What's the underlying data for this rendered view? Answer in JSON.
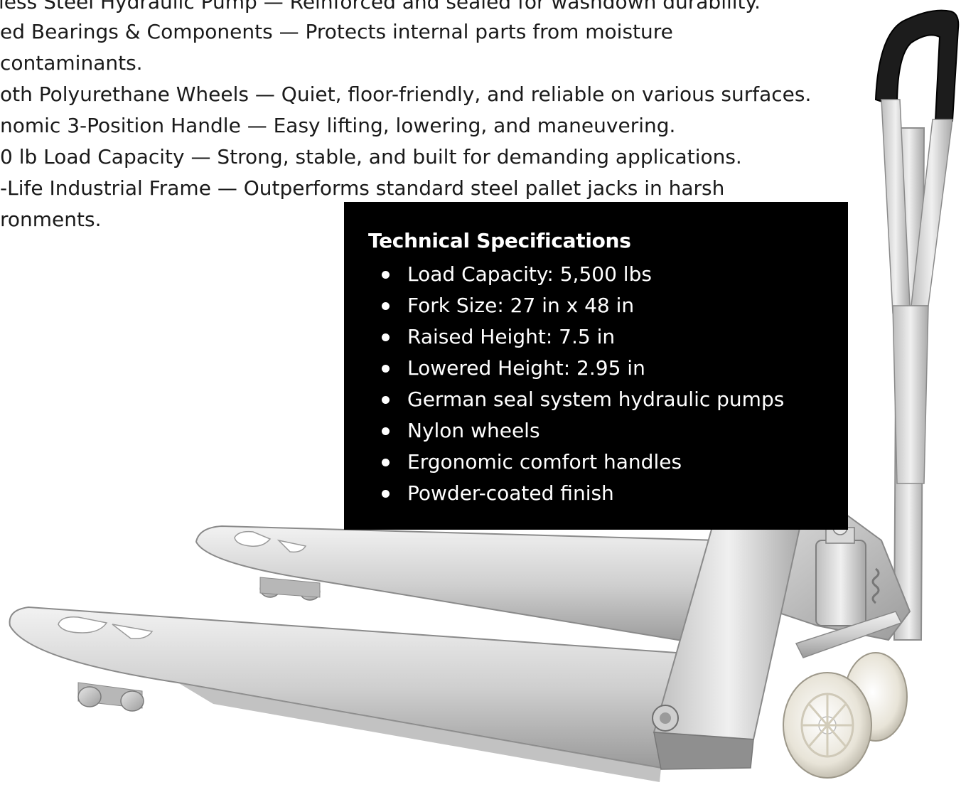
{
  "features": [
    "less Steel Hydraulic Pump — Reinforced and sealed for washdown durability.",
    "ed Bearings & Components — Protects internal parts from moisture",
    "contaminants.",
    "oth Polyurethane Wheels — Quiet, floor-friendly, and reliable on various surfaces.",
    "nomic 3-Position Handle — Easy lifting, lowering, and maneuvering.",
    "0 lb Load Capacity — Strong, stable, and built for demanding applications.",
    "-Life Industrial Frame — Outperforms standard steel pallet jacks in harsh",
    "ronments."
  ],
  "specs": {
    "title": "Technical Specifications",
    "items": [
      "Load Capacity: 5,500 lbs",
      "Fork Size: 27 in x 48 in",
      "Raised Height: 7.5 in",
      "Lowered Height: 2.95 in",
      "German seal system hydraulic pumps",
      "Nylon wheels",
      "Ergonomic comfort handles",
      "Powder-coated finish"
    ]
  },
  "colors": {
    "panel_bg": "#000000",
    "panel_text": "#ffffff",
    "body_text": "#1a1a1a",
    "steel": "#c9c9c9"
  },
  "icons": [
    "bullet-dot-icon"
  ]
}
